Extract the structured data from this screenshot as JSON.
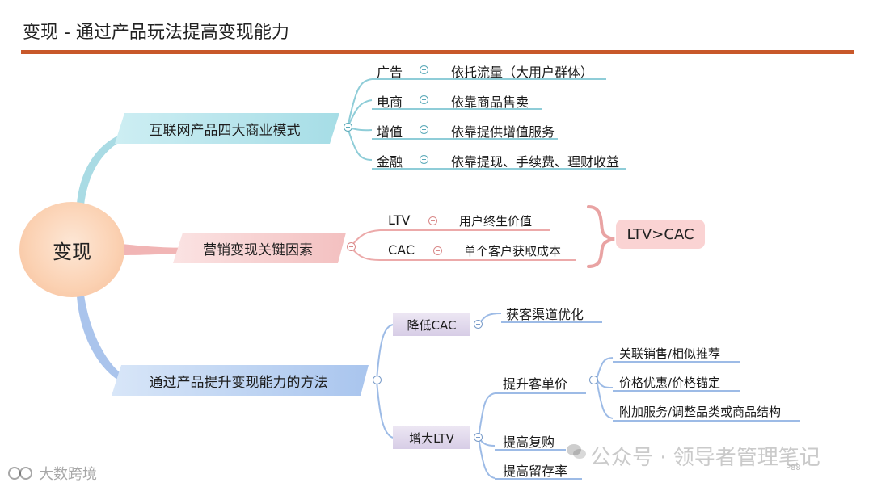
{
  "title": "变现  - 通过产品玩法提高变现能力",
  "center": "变现",
  "branch1": {
    "label": "互联网产品四大商业模式",
    "items": [
      {
        "key": "广告",
        "value": "依托流量（大用户群体）"
      },
      {
        "key": "电商",
        "value": "依靠商品售卖"
      },
      {
        "key": "增值",
        "value": "依靠提供增值服务"
      },
      {
        "key": "金融",
        "value": "依靠提现、手续费、理财收益"
      }
    ]
  },
  "branch2": {
    "label": "营销变现关键因素",
    "items": [
      {
        "key": "LTV",
        "value": "用户终生价值"
      },
      {
        "key": "CAC",
        "value": "单个客户获取成本"
      }
    ],
    "conclusion": "LTV>CAC"
  },
  "branch3": {
    "label": "通过产品提升变现能力的方法",
    "reduce": {
      "label": "降低CAC",
      "child": "获客渠道优化"
    },
    "increase": {
      "label": "增大LTV",
      "upsell": {
        "label": "提升客单价",
        "children": [
          "关联销售/相似推荐",
          "价格优惠/价格锚定",
          "附加服务/调整品类或商品结构"
        ]
      },
      "repurchase": "提高复购",
      "retention": "提高留存率"
    }
  },
  "watermark": {
    "brand": "大数跨境",
    "account": "公众号 · 领导者管理笔记",
    "page": "P88"
  },
  "colors": {
    "accent_rule": "#c8582a",
    "teal": "#8ccfd9",
    "pink": "#f4b3b3",
    "blue": "#9dbbe6",
    "lavender": "#ddd3ea"
  }
}
